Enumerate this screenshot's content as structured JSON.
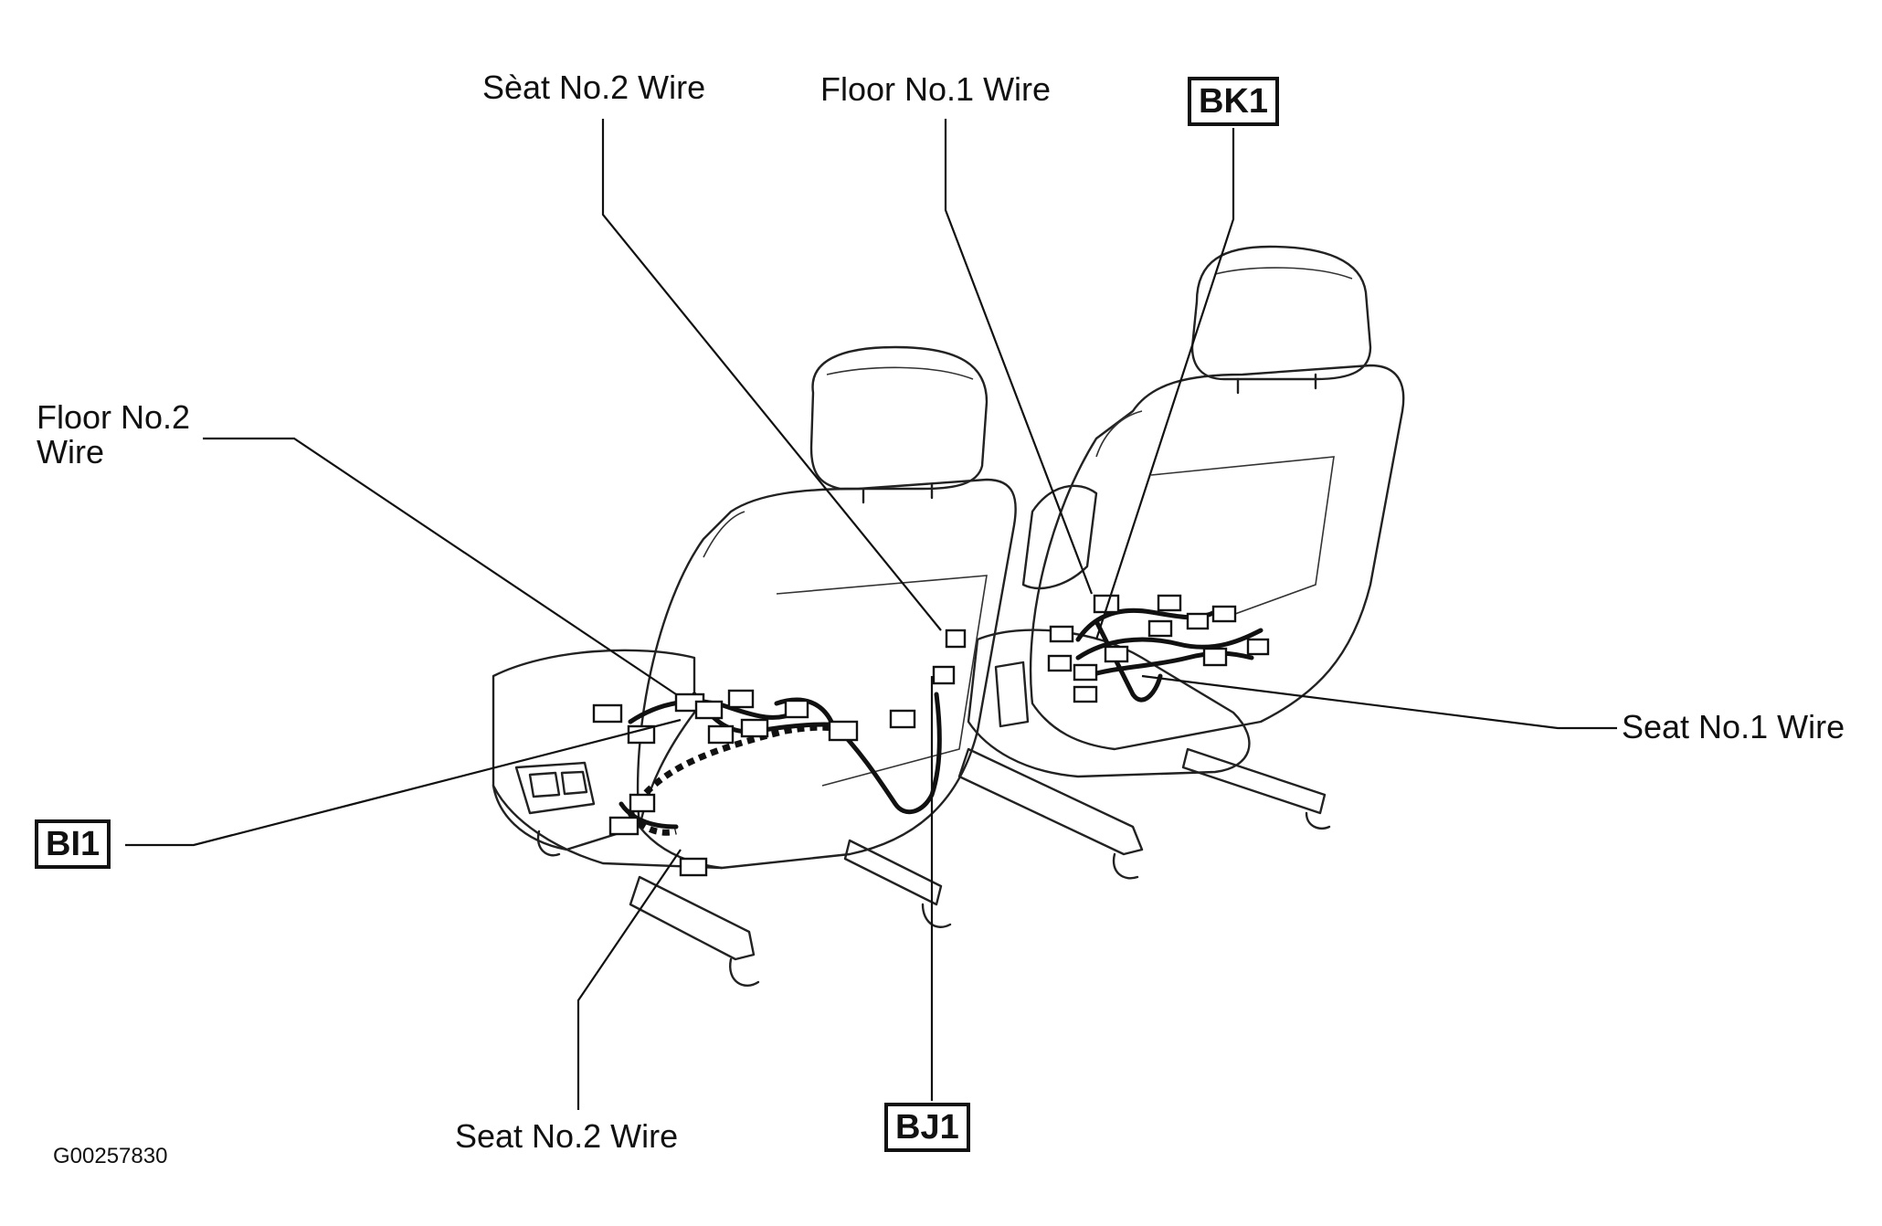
{
  "labels": {
    "seat_no2_wire_top": "Sèat No.2 Wire",
    "floor_no1_wire": "Floor No.1 Wire",
    "floor_no2_wire_line1": "Floor No.2",
    "floor_no2_wire_line2": "Wire",
    "seat_no1_wire": "Seat No.1 Wire",
    "seat_no2_wire_bottom": "Seat No.2 Wire"
  },
  "connectors": {
    "bk1": "BK1",
    "bi1": "BI1",
    "bj1": "BJ1"
  },
  "figure_code": "G00257830"
}
